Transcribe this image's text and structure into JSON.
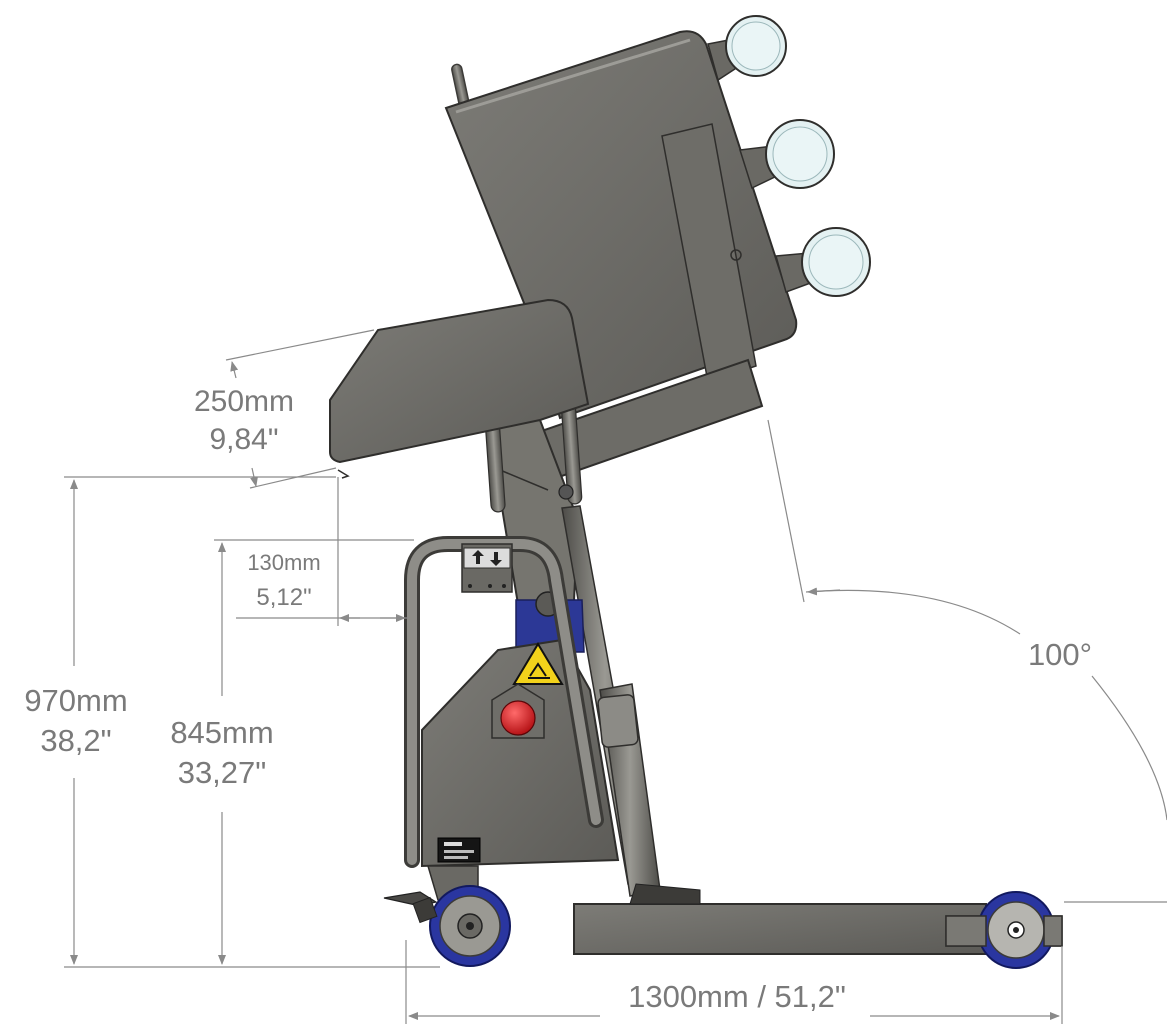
{
  "dimensions": {
    "tilt_height": {
      "metric": "250mm",
      "imperial": "9,84\""
    },
    "front_clearance": {
      "metric": "130mm",
      "imperial": "5,12\""
    },
    "discharge_height": {
      "metric": "970mm",
      "imperial": "38,2\""
    },
    "handle_height": {
      "metric": "845mm",
      "imperial": "33,27\""
    },
    "tilt_angle": "100°",
    "overall_length": "1300mm / 51,2\""
  },
  "colors": {
    "steel": "#6b6a66",
    "steel_dark": "#4a4946",
    "steel_light": "#8c8b86",
    "dimension_line": "#8a8a8a",
    "wheel_blue": "#2a36a0",
    "stop_button_red": "#d8141a",
    "warning_yellow": "#f2d21b"
  },
  "icons": [
    "up-down-arrow-icon",
    "hand-crush-warning-icon",
    "emergency-stop-icon"
  ]
}
